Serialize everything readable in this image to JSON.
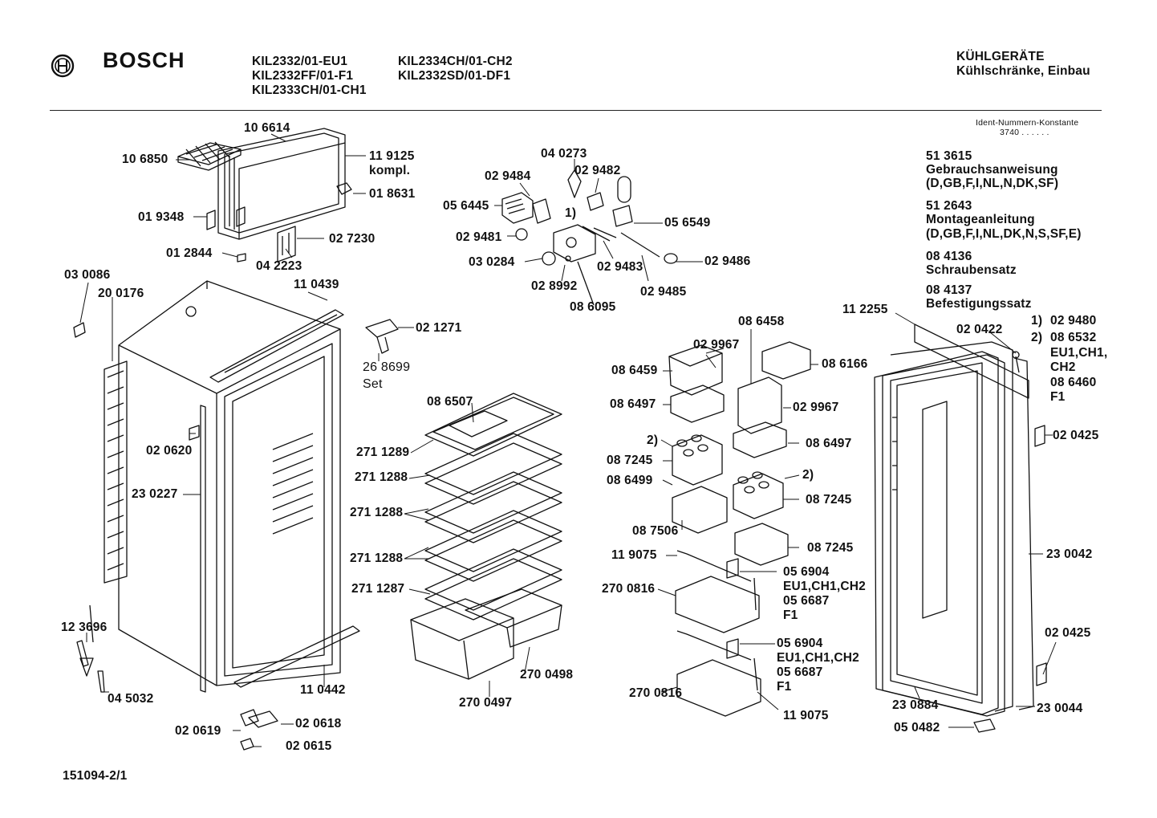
{
  "header": {
    "brand": "BOSCH",
    "models": [
      "KIL2332/01-EU1",
      "KIL2332FF/01-F1",
      "KIL2333CH/01-CH1",
      "KIL2334CH/01-CH2",
      "KIL2332SD/01-DF1"
    ],
    "category": "KÜHLGERÄTE",
    "subcategory": "Kühlschränke, Einbau"
  },
  "ident": {
    "label": "Ident-Nummern-Konstante",
    "value": "3740  . .   . . . ."
  },
  "accessories": [
    {
      "number": "51 3615",
      "name": "Gebrauchsanweisung",
      "variant": "(D,GB,F,I,NL,N,DK,SF)"
    },
    {
      "number": "51 2643",
      "name": "Montageanleitung",
      "variant": "(D,GB,F,I,NL,DK,N,S,SF,E)"
    },
    {
      "number": "08 4136",
      "name": "Schraubensatz"
    },
    {
      "number": "08 4137",
      "name": "Befestigungssatz"
    }
  ],
  "footnotes": {
    "n1_mark": "1)",
    "n1_part": "02 9480",
    "n2_mark": "2)",
    "n2_part_a": "08 6532",
    "n2_variant_a1": "EU1,CH1,",
    "n2_variant_a2": "CH2",
    "n2_part_b": "08 6460",
    "n2_variant_b": "F1"
  },
  "part_labels": [
    "10 6614",
    "10 6850",
    "11 9125",
    "kompl.",
    "01 8631",
    "01 9348",
    "02 7230",
    "01 2844",
    "04 2223",
    "03 0086",
    "20 0176",
    "11 0439",
    "02 0620",
    "23 0227",
    "12 3696",
    "04 5032",
    "11 0442",
    "02 0619",
    "02 0618",
    "02 0615",
    "04 0273",
    "02 9484",
    "02 9482",
    "05 6445",
    "1)",
    "05 6549",
    "02 9481",
    "03 0284",
    "02 9483",
    "02 9486",
    "02 8992",
    "02 9485",
    "08 6095",
    "02 1271",
    "26 8699",
    "Set",
    "08 6507",
    "271 1289",
    "271 1288",
    "271 1288",
    "271 1288",
    "271 1287",
    "270 0498",
    "270 0497",
    "08 6458",
    "02 9967",
    "08 6459",
    "08 6166",
    "08 6497",
    "02 9967",
    "2)",
    "08 6497",
    "08 7245",
    "2)",
    "08 6499",
    "08 7245",
    "08 7506",
    "08 7245",
    "11 9075",
    "05 6904",
    "EU1,CH1,CH2",
    "05 6687",
    "F1",
    "270 0816",
    "05 6904",
    "EU1,CH1,CH2",
    "05 6687",
    "F1",
    "270 0816",
    "11 9075",
    "11 2255",
    "02 0422",
    "02 0425",
    "23 0042",
    "02 0425",
    "23 0884",
    "23 0044",
    "05 0482"
  ],
  "footer": {
    "doc_number": "151094-2/1"
  }
}
